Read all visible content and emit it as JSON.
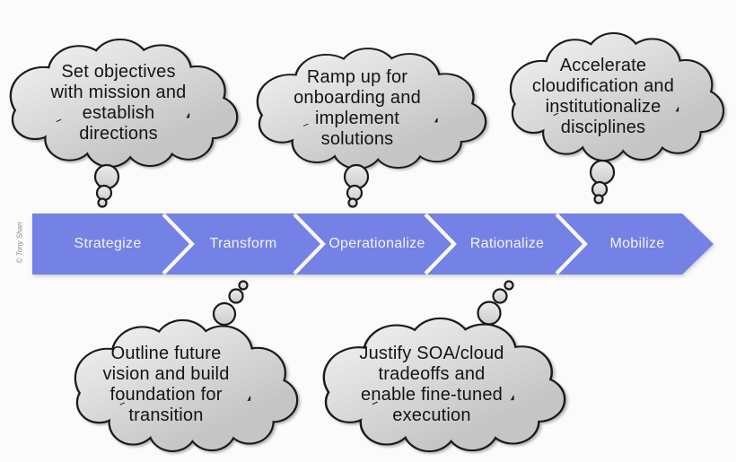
{
  "page": {
    "background_color": "#fbfbfb",
    "copyright": "© Tony Shan"
  },
  "process_arrow": {
    "type": "chevron-stage-arrow",
    "fill_color": "#7481e5",
    "separator_color": "#fafafa",
    "text_color": "#f4f4f8",
    "stages": [
      "Strategize",
      "Transform",
      "Operationalize",
      "Rationalize",
      "Mobilize"
    ]
  },
  "thought_clouds": [
    {
      "id": "strategize-cloud",
      "position": "above-arrow",
      "lines": [
        "Set objectives",
        "with mission and",
        "establish",
        "directions"
      ]
    },
    {
      "id": "operationalize-cloud",
      "position": "above-arrow",
      "lines": [
        "Ramp up for",
        "onboarding and",
        "implement",
        "solutions"
      ]
    },
    {
      "id": "mobilize-cloud",
      "position": "above-arrow",
      "lines": [
        "Accelerate",
        "cloudification and",
        "institutionalize",
        "disciplines"
      ]
    },
    {
      "id": "transform-cloud",
      "position": "below-arrow",
      "lines": [
        "Outline future",
        "vision and build",
        "foundation for",
        "transition"
      ]
    },
    {
      "id": "rationalize-cloud",
      "position": "below-arrow",
      "lines": [
        "Justify SOA/cloud",
        "tradeoffs and",
        "enable fine-tuned",
        "execution"
      ]
    }
  ],
  "cloud_style": {
    "fill_top": "#f0f0f0",
    "fill_bottom": "#c5c5c5",
    "outline_color": "#1a1a1a"
  }
}
